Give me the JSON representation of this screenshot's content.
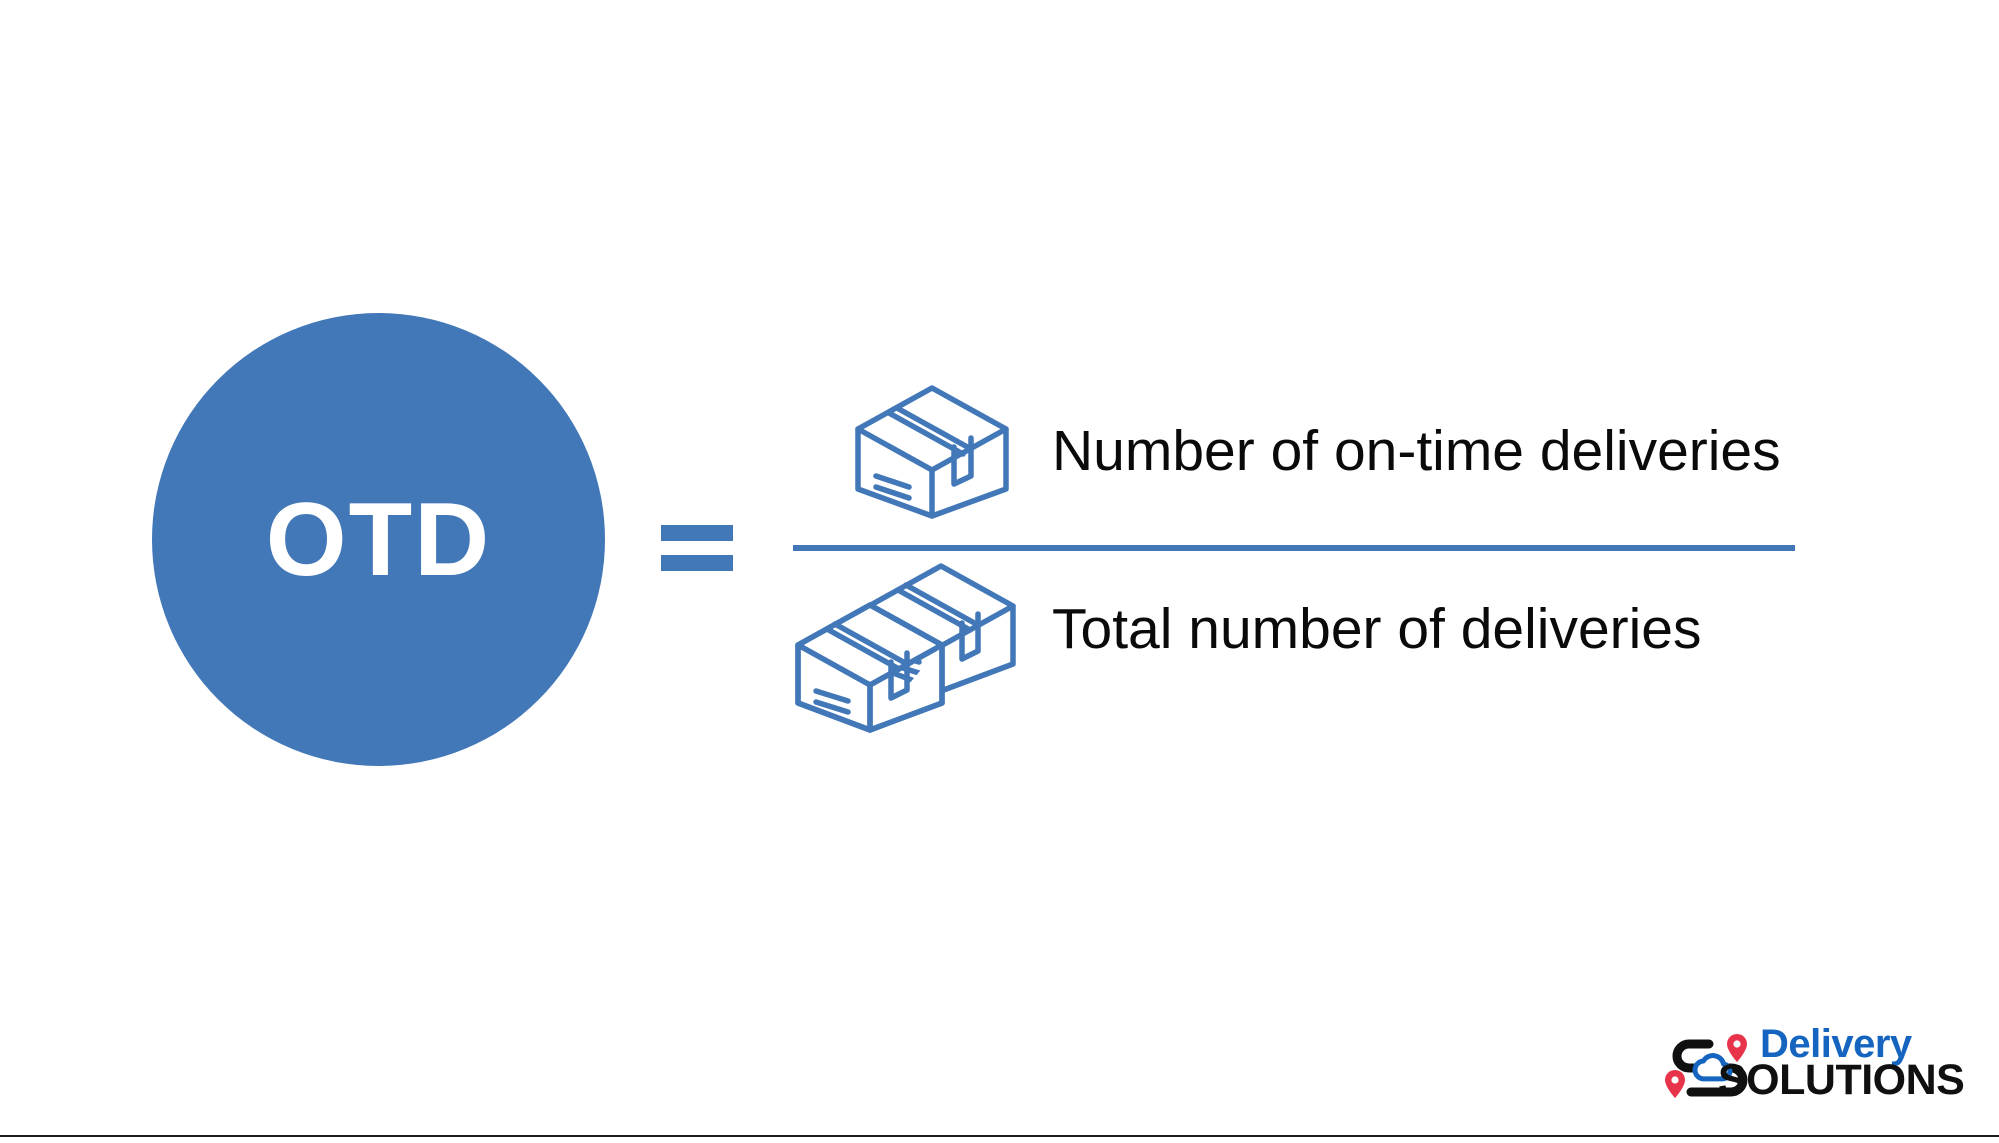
{
  "page": {
    "background_color": "#ffffff",
    "accent_color": "#4278B8",
    "text_color": "#0a0a0a"
  },
  "formula": {
    "metric_abbreviation": "OTD",
    "metric_circle_color": "#4278B8",
    "metric_text_color": "#ffffff",
    "equals_symbol": "=",
    "numerator_label": "Number of on-time deliveries",
    "denominator_label": "Total number of deliveries",
    "numerator_icon": "single-package-box-icon",
    "denominator_icon": "two-package-boxes-icon",
    "fraction_bar_color": "#4278B8",
    "icon_stroke_color": "#4278B8"
  },
  "logo": {
    "word_top": "Delivery",
    "word_bottom": "SOLUTIONS",
    "top_color": "#1565C0",
    "bottom_color": "#101010",
    "pin_color": "#E8344A",
    "route_color": "#101010",
    "cloud_color": "#1565C0",
    "icon_names": {
      "route": "route-path-icon",
      "pin_top": "map-pin-icon",
      "pin_bottom": "map-pin-icon",
      "cloud": "cloud-icon"
    }
  },
  "footer": {
    "rule_color": "#1b1b1b"
  }
}
